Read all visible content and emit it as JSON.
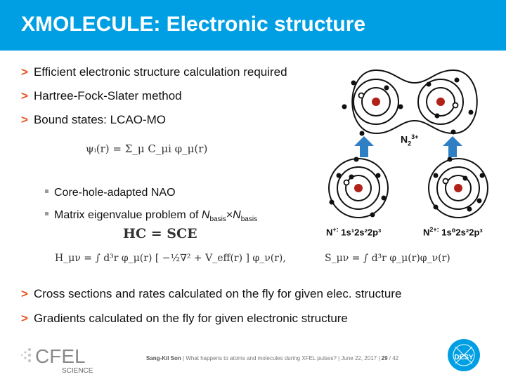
{
  "title": "XMOLECULE: Electronic structure",
  "bullets": {
    "b1": "Efficient electronic structure calculation required",
    "b2": "Hartree-Fock-Slater method",
    "b3": "Bound states: LCAO-MO",
    "b4": "Cross sections and rates calculated on the fly for given elec. structure",
    "b5": "Gradients calculated on the fly for given electronic structure"
  },
  "subbullets": {
    "s1": "Core-hole-adapted NAO",
    "s2_prefix": "Matrix eigenvalue problem of ",
    "s2_n1": "N",
    "s2_sub1": "basis",
    "s2_x": "×",
    "s2_n2": "N",
    "s2_sub2": "basis"
  },
  "equations": {
    "lcao": "ψᵢ(r) = Σ_μ C_μi φ_μ(r)",
    "hcsce": "HC = SCE",
    "hmatrix": "H_μν = ∫ d³r φ_μ(r) [ −½∇² + V_eff(r) ] φ_ν(r),",
    "smatrix": "S_μν = ∫ d³r φ_μ(r)φ_ν(r)"
  },
  "diagram": {
    "molecule_label": "N",
    "molecule_sub": "2",
    "molecule_sup": "3+",
    "left_ion_label": "N",
    "left_ion_charge": "+:",
    "left_config": "1s¹2s²2p³",
    "right_ion_label": "N",
    "right_ion_charge": "2+:",
    "right_config": "1s⁰2s²2p³",
    "nucleus_color": "#b0221a",
    "arrow_color": "#2f7fc4"
  },
  "footer": {
    "author": "Sang-Kil Son",
    "talk": "What happens to atoms and molecules during XFEL pulses?",
    "date": "June 22, 2017",
    "page": "29",
    "total": "42",
    "sep": "|"
  },
  "logos": {
    "cfel_text": "CFEL",
    "cfel_sub": "SCIENCE",
    "desy_text": "DESY"
  },
  "colors": {
    "title_bar": "#009fe3",
    "bullet_arrow": "#e8501f"
  }
}
